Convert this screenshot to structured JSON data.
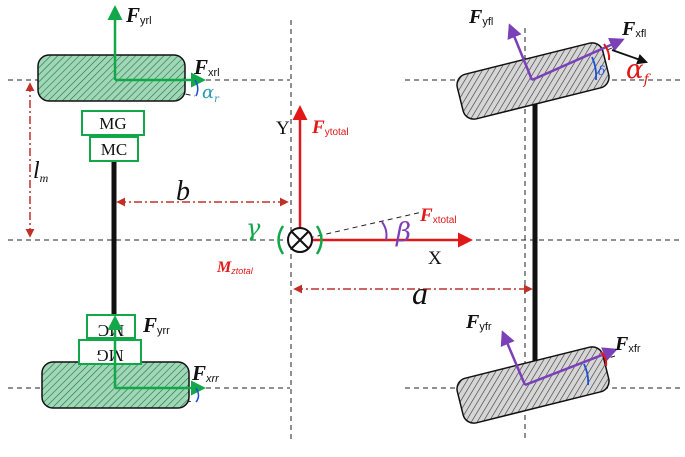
{
  "colors": {
    "force_green": "#12a84a",
    "force_red": "#e01818",
    "force_purple": "#7b3fb8",
    "dim_red": "#c03028",
    "tire_green": "#9ed8b6",
    "tire_grey": "#cfcfcf",
    "angle_blue": "#1a4fd6",
    "cyan_text": "#2a9bb0",
    "axle": "#111111"
  },
  "labels": {
    "F_yrl_main": "F",
    "F_yrl_sub": "yrl",
    "F_xrl_main": "F",
    "F_xrl_sub": "xrl",
    "alpha_r_main": "α",
    "alpha_r_sub": "r",
    "l_m_main": "l",
    "l_m_sub": "m",
    "b": "b",
    "Y_axis": "Y",
    "F_ytotal_main": "F",
    "F_ytotal_sub": "ytotal",
    "F_xtotal_main": "F",
    "F_xtotal_sub": "xtotal",
    "X_axis": "X",
    "beta": "β",
    "gamma": "γ",
    "M_ztotal_main": "M",
    "M_ztotal_sub": "ztotal",
    "a": "a",
    "F_yfl_main": "F",
    "F_yfl_sub": "yfl",
    "F_xfl_main": "F",
    "F_xfl_sub": "xfl",
    "alpha_f_main": "α",
    "alpha_f_sub": "f",
    "delta": "δ",
    "F_yfr_main": "F",
    "F_yfr_sub": "yfr",
    "F_xfr_main": "F",
    "F_xfr_sub": "xfr",
    "F_yrr_main": "F",
    "F_yrr_sub": "yrr",
    "F_xrr_main": "F",
    "F_xrr_sub": "xrr"
  },
  "boxes": {
    "mg_top": "MG",
    "mc_top": "MC",
    "mc_bottom": "MC",
    "mg_bottom": "MG"
  }
}
